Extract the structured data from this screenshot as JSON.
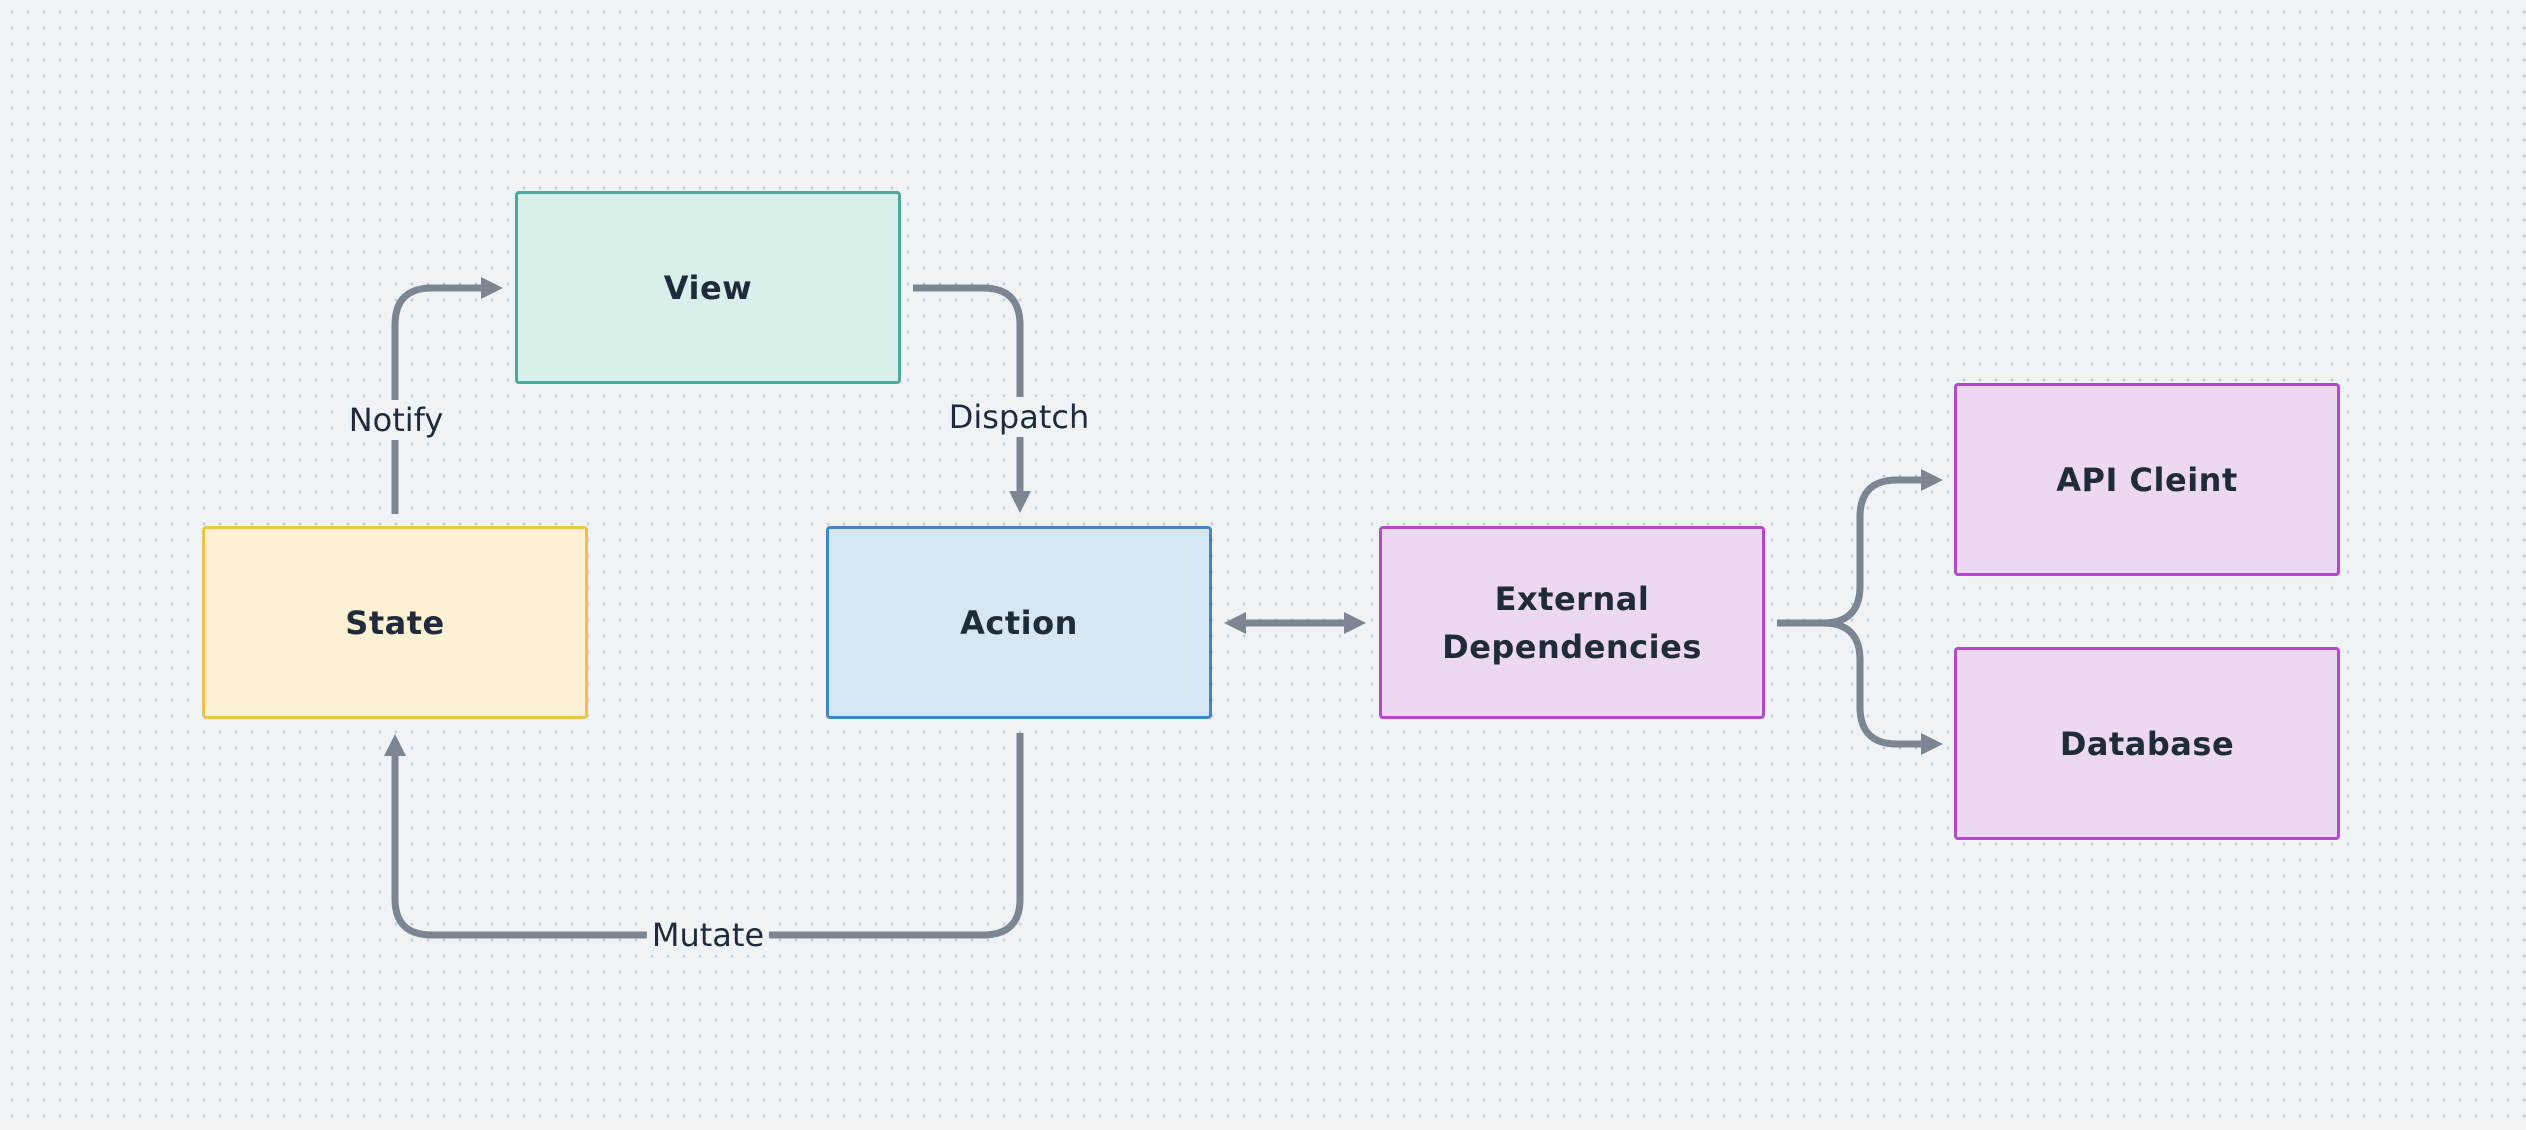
{
  "nodes": {
    "view": {
      "label": "View",
      "fill": "#d8efec",
      "border": "#4fa89c"
    },
    "state": {
      "label": "State",
      "fill": "#fcf1d4",
      "border": "#efc24a"
    },
    "action": {
      "label": "Action",
      "fill": "#d7e6f5",
      "border": "#3f87c9"
    },
    "external": {
      "label": "External\nDependencies",
      "fill": "#ecd8f1",
      "border": "#b44ac9"
    },
    "api": {
      "label": "API Cleint",
      "fill": "#ecd8f1",
      "border": "#b44ac9"
    },
    "database": {
      "label": "Database",
      "fill": "#ecd8f1",
      "border": "#b44ac9"
    }
  },
  "edges": {
    "notify": {
      "label": "Notify",
      "from": "State",
      "to": "View"
    },
    "dispatch": {
      "label": "Dispatch",
      "from": "View",
      "to": "Action"
    },
    "mutate": {
      "label": "Mutate",
      "from": "Action",
      "to": "State"
    },
    "action_external": {
      "from": "Action",
      "to": "External Dependencies",
      "bidirectional": true
    },
    "external_api": {
      "from": "External Dependencies",
      "to": "API Cleint"
    },
    "external_db": {
      "from": "External Dependencies",
      "to": "Database"
    }
  },
  "colors": {
    "connector": "#7c8692",
    "canvas": "#f0f3f6",
    "grid_dot": "#c6ccd4",
    "text": "#1f2b3a"
  }
}
